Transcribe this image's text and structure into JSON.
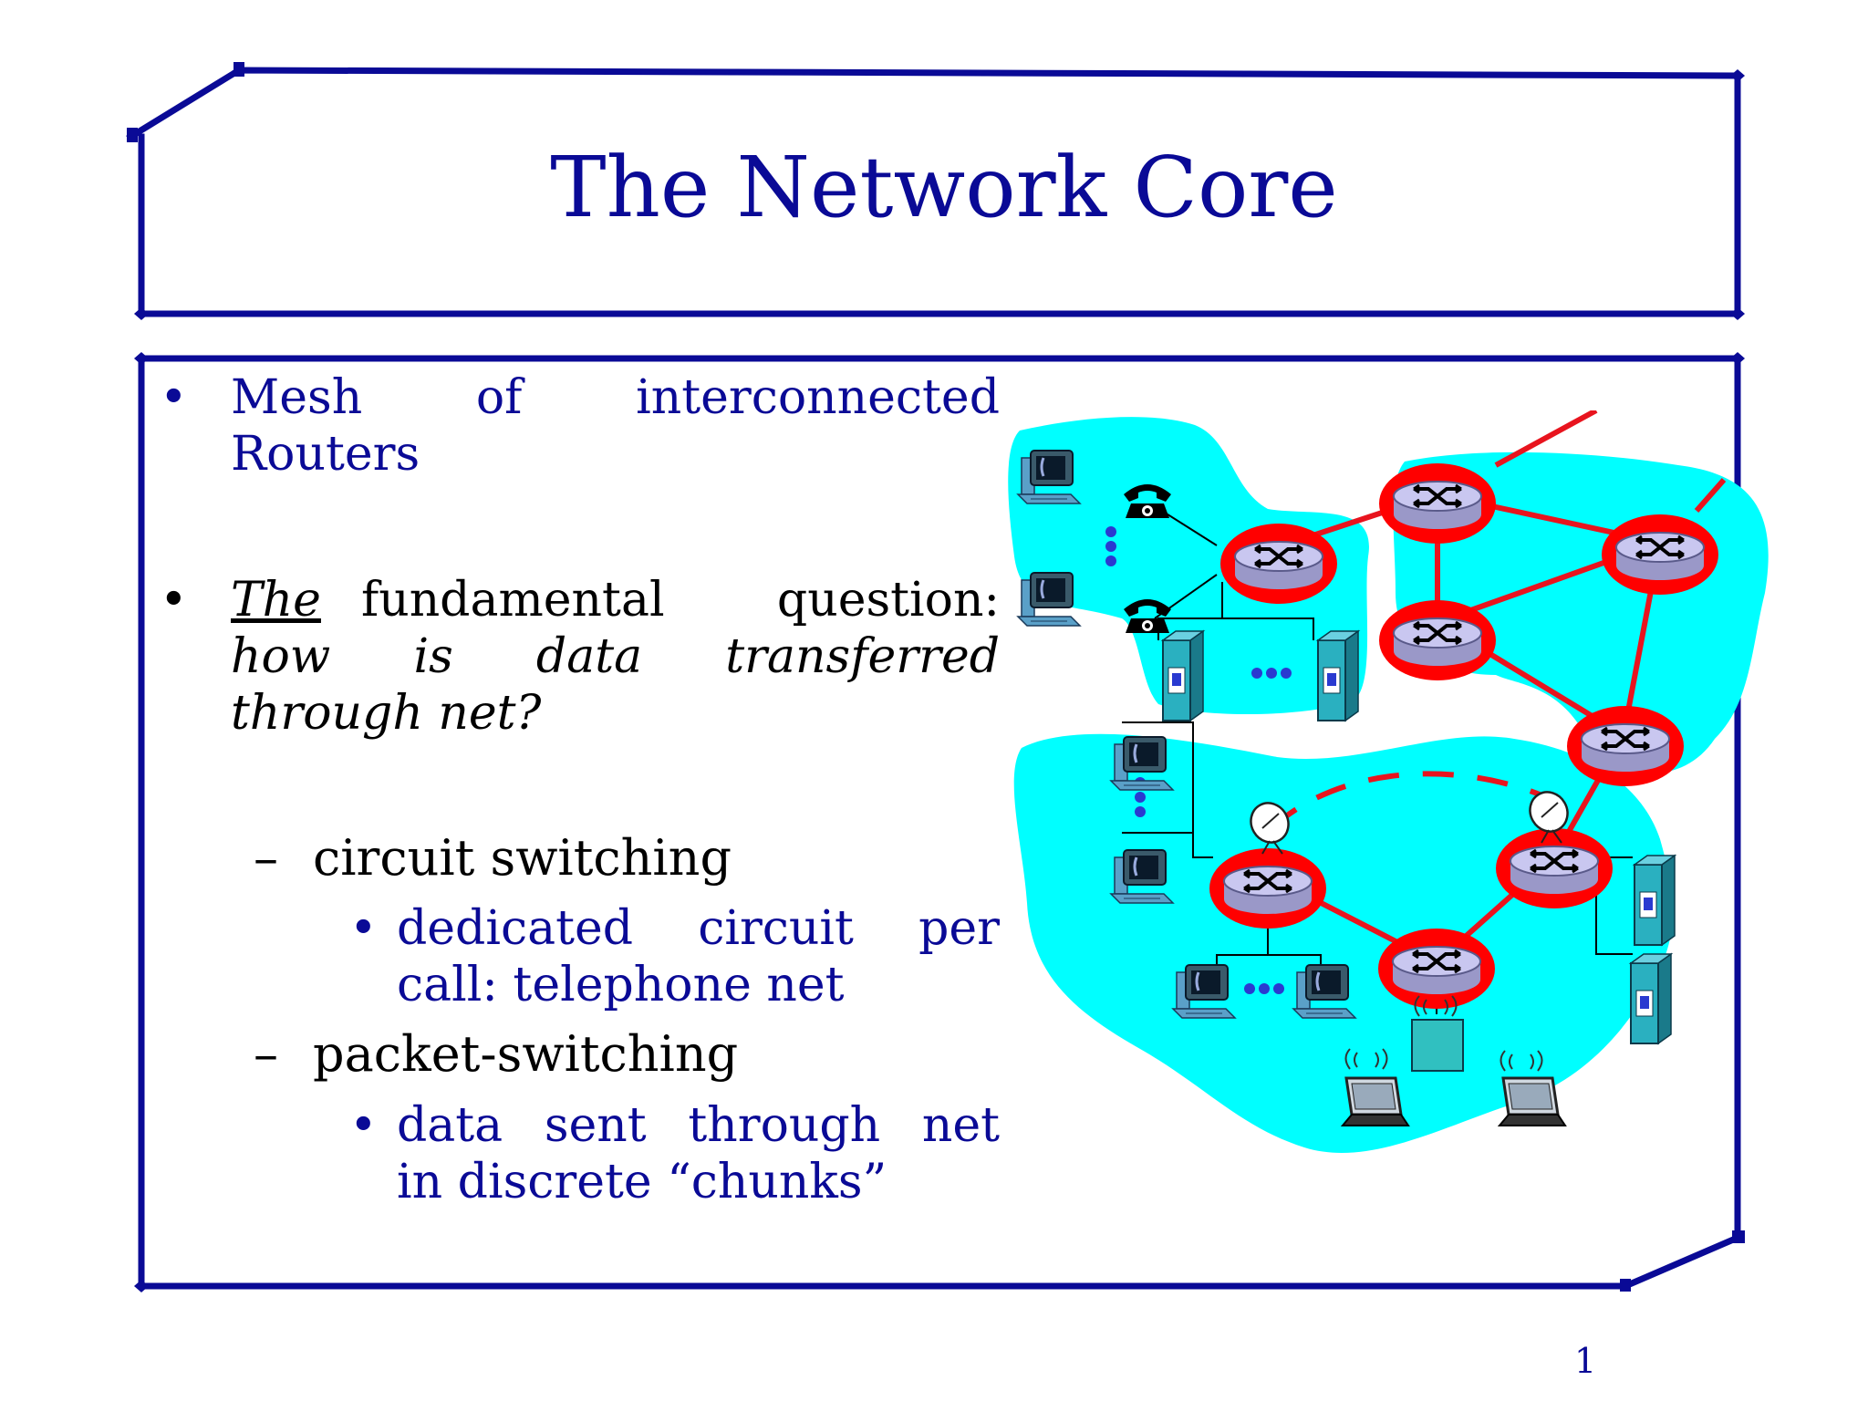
{
  "slide": {
    "title": "The Network Core",
    "page_number": "1"
  },
  "bullets": {
    "b1_line1_left": "Mesh",
    "b1_line1_mid": "of",
    "b1_line1_right": "interconnected",
    "b1_line2": "Routers",
    "b2_the": "The",
    "b2_rest": "fundamental question:",
    "b2_line2": "how is data transferred",
    "b2_line3": "through net?",
    "sub1_label": "circuit switching",
    "sub1_detail_line1": "dedicated circuit per",
    "sub1_detail_line2": "call: telephone net",
    "sub2_label": "packet-switching",
    "sub2_detail_line1": "data sent through net",
    "sub2_detail_line2": "in discrete “chunks”"
  },
  "colors": {
    "frame": "#0A0A96",
    "text_blue": "#0A0A96",
    "cloud": "#00FFFF",
    "router_ring": "#FF0000",
    "router_body": "#C9C7F0",
    "link": "#E8141E"
  },
  "icons": [
    "computer-icon",
    "telephone-icon",
    "router-icon",
    "server-icon",
    "laptop-icon",
    "satellite-dish-icon",
    "wireless-access-point-icon"
  ]
}
